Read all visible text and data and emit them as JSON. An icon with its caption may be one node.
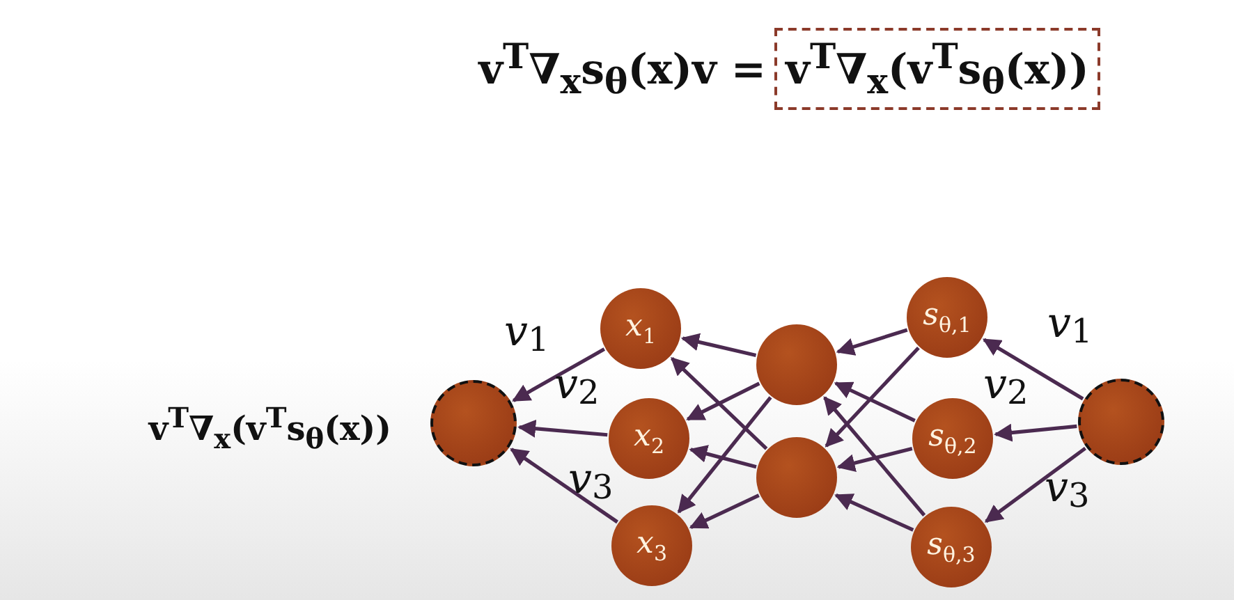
{
  "diagram": {
    "nodes": [
      {
        "text": [
          "v$^{T}$∇$_{x}$(v$^{T}$s$_{θ}$(x))"
        ]
      },
      {
        "text": [],
        "shape": "circle",
        "beside": [
          "v$^{T}$∇$_{x}$(v$^{T}$s$_{θ}$(x))"
        ]
      },
      {
        "text": [
          "x$_{1}$"
        ]
      },
      {
        "text": [
          "x$_{2}$"
        ]
      },
      {
        "text": [
          "x$_{3}$"
        ]
      },
      {
        "text": [],
        "shape": "circle"
      },
      {
        "text": [],
        "shape": "circle"
      },
      {
        "text": [
          "s$_{θ,1}$"
        ]
      },
      {
        "text": [
          "s$_{θ,2}$"
        ]
      },
      {
        "text": [
          "s$_{θ,3}$"
        ]
      },
      {
        "text": [],
        "shape": "circle"
      }
    ],
    "edges": [
      {
        "from": 10,
        "to": 7,
        "arrow": "to",
        "label": "v$_{1}$"
      },
      {
        "from": 10,
        "to": 8,
        "arrow": "to",
        "label": "v$_{2}$"
      },
      {
        "from": 10,
        "to": 9,
        "arrow": "to",
        "label": "v$_{3}$"
      },
      {
        "from": 7,
        "to": 5,
        "arrow": "to"
      },
      {
        "from": 7,
        "to": 6,
        "arrow": "to"
      },
      {
        "from": 8,
        "to": 5,
        "arrow": "to"
      },
      {
        "from": 8,
        "to": 6,
        "arrow": "to"
      },
      {
        "from": 9,
        "to": 5,
        "arrow": "to"
      },
      {
        "from": 9,
        "to": 6,
        "arrow": "to"
      },
      {
        "from": 5,
        "to": 2,
        "arrow": "to"
      },
      {
        "from": 5,
        "to": 3,
        "arrow": "to"
      },
      {
        "from": 5,
        "to": 4,
        "arrow": "to"
      },
      {
        "from": 6,
        "to": 2,
        "arrow": "to"
      },
      {
        "from": 6,
        "to": 3,
        "arrow": "to"
      },
      {
        "from": 6,
        "to": 4,
        "arrow": "to"
      },
      {
        "from": 2,
        "to": 1,
        "arrow": "to",
        "label": "v$_{1}$"
      },
      {
        "from": 3,
        "to": 1,
        "arrow": "to",
        "label": "v$_{2}$"
      },
      {
        "from": 4,
        "to": 1,
        "arrow": "to",
        "label": "v$_{3}$"
      }
    ],
    "labels": [
      "v$^{T}$∇$_{x}$s$_{θ}$(x)v ="
    ]
  }
}
